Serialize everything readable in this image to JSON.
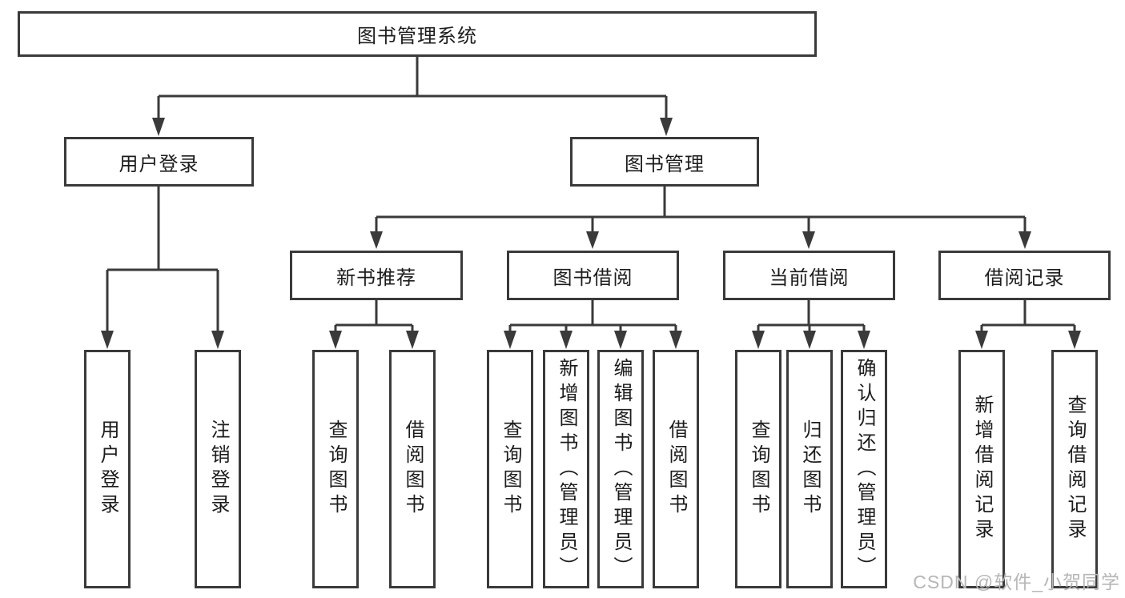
{
  "colors": {
    "line": "#3a3a3a",
    "text": "#1c1c1c",
    "watermark": "#b6b6b6"
  },
  "watermark": "CSDN @软件_小贺同学",
  "tree": {
    "root": {
      "label": "图书管理系统"
    },
    "branches": [
      {
        "label": "用户登录",
        "children": [
          {
            "label": "用户登录"
          },
          {
            "label": "注销登录"
          }
        ]
      },
      {
        "label": "图书管理",
        "children": [
          {
            "label": "新书推荐",
            "children": [
              {
                "label": "查询图书"
              },
              {
                "label": "借阅图书"
              }
            ]
          },
          {
            "label": "图书借阅",
            "children": [
              {
                "label": "查询图书"
              },
              {
                "label": "新增图书（管理员）"
              },
              {
                "label": "编辑图书（管理员）"
              },
              {
                "label": "借阅图书"
              }
            ]
          },
          {
            "label": "当前借阅",
            "children": [
              {
                "label": "查询图书"
              },
              {
                "label": "归还图书"
              },
              {
                "label": "确认归还（管理员）"
              }
            ]
          },
          {
            "label": "借阅记录",
            "children": [
              {
                "label": "新增借阅记录"
              },
              {
                "label": "查询借阅记录"
              }
            ]
          }
        ]
      }
    ]
  }
}
